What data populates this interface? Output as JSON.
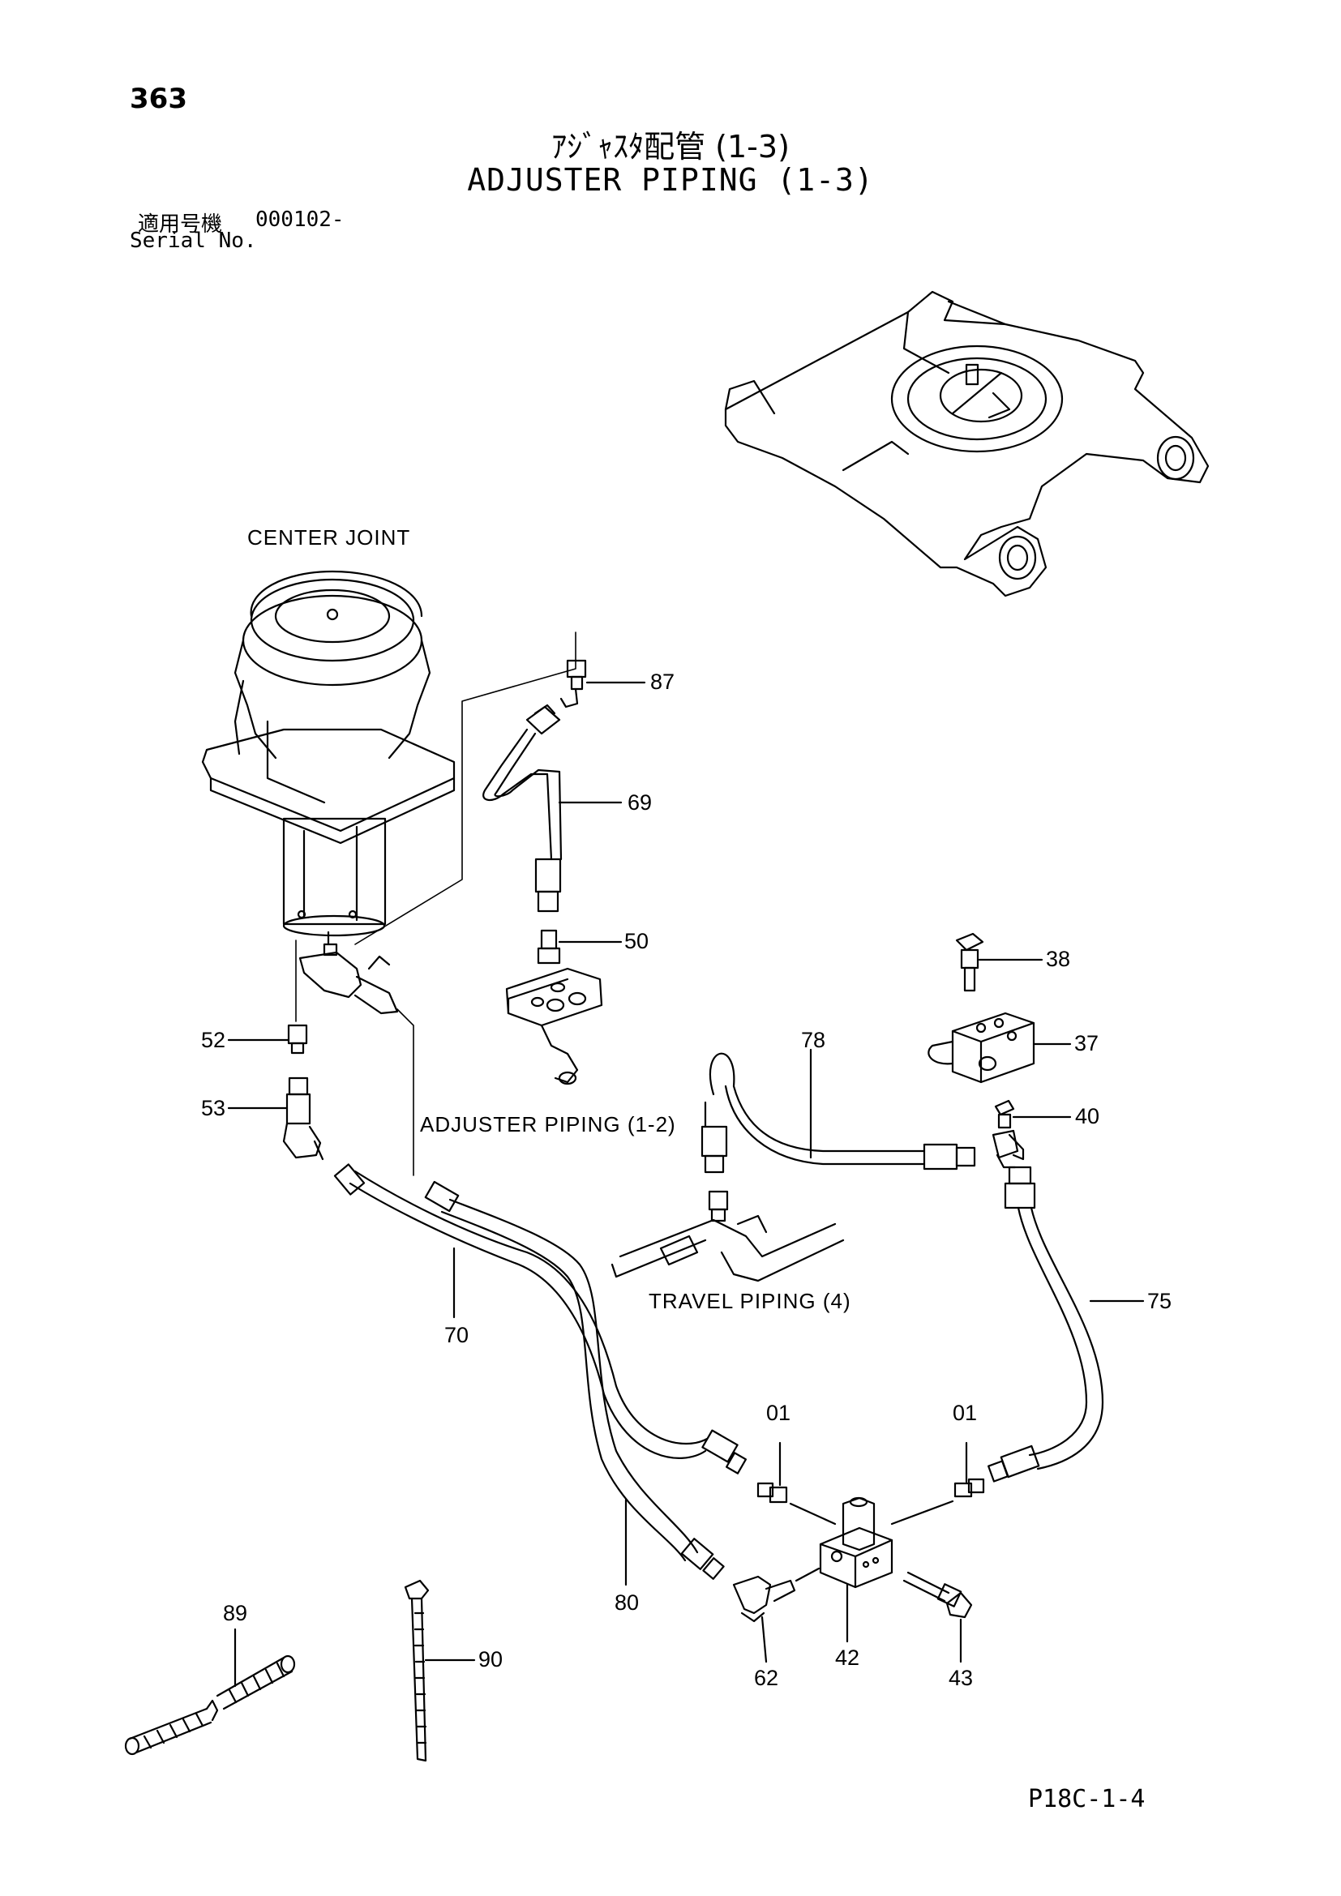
{
  "header": {
    "page_number": "363",
    "title_jp": "ｱｼﾞｬｽﾀ配管 (1-3)",
    "title_en": "ADJUSTER PIPING (1-3)",
    "serial_label_jp": "適用号機",
    "serial_value": "000102-",
    "serial_label_en": "Serial No."
  },
  "notes": {
    "center_joint": "CENTER JOINT",
    "adjuster_piping_ref": "ADJUSTER PIPING (1-2)",
    "travel_piping_ref": "TRAVEL PIPING (4)"
  },
  "callouts": {
    "c87": "87",
    "c69": "69",
    "c50": "50",
    "c38": "38",
    "c37": "37",
    "c78": "78",
    "c40": "40",
    "c52": "52",
    "c53": "53",
    "c75": "75",
    "c70": "70",
    "c01a": "01",
    "c01b": "01",
    "c80": "80",
    "c89": "89",
    "c90": "90",
    "c62": "62",
    "c42": "42",
    "c43": "43"
  },
  "footer": {
    "figure_code": "P18C-1-4"
  }
}
